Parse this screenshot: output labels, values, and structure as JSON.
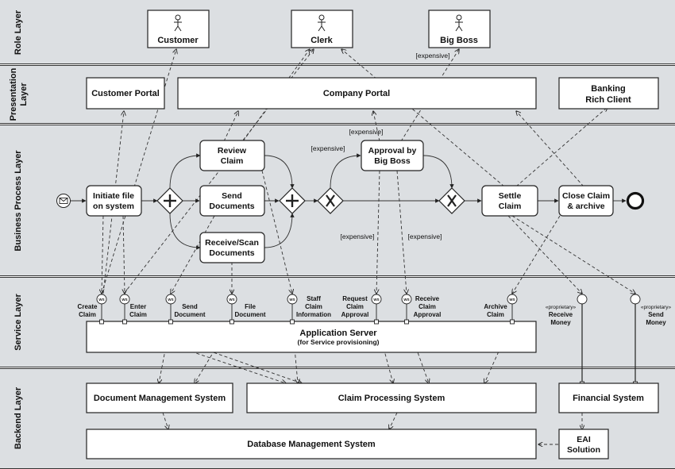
{
  "layers": {
    "role": "Role Layer",
    "presentation_1": "Presentation",
    "presentation_2": "Layer",
    "business": "Business Process Layer",
    "service": "Service Layer",
    "backend": "Backend Layer"
  },
  "roles": {
    "customer": "Customer",
    "clerk": "Clerk",
    "big_boss": "Big Boss"
  },
  "presentation": {
    "customer_portal": "Customer Portal",
    "company_portal": "Company Portal",
    "banking_1": "Banking",
    "banking_2": "Rich Client"
  },
  "process": {
    "initiate_1": "Initiate file",
    "initiate_2": "on system",
    "review_1": "Review",
    "review_2": "Claim",
    "send_1": "Send",
    "send_2": "Documents",
    "receive_1": "Receive/Scan",
    "receive_2": "Documents",
    "approval_1": "Approval by",
    "approval_2": "Big Boss",
    "settle_1": "Settle",
    "settle_2": "Claim",
    "close_1": "Close Claim",
    "close_2": "& archive"
  },
  "annotations": {
    "expensive": "[expensive]"
  },
  "services": {
    "ws": "WS",
    "create_1": "Create",
    "create_2": "Claim",
    "enter_1": "Enter",
    "enter_2": "Claim",
    "send_1": "Send",
    "send_2": "Document",
    "file_1": "File",
    "file_2": "Document",
    "staff_1": "Staff",
    "staff_2": "Claim",
    "staff_3": "Information",
    "request_1": "Request",
    "request_2": "Claim",
    "request_3": "Approval",
    "receive_1": "Receive",
    "receive_2": "Claim",
    "receive_3": "Approval",
    "archive_1": "Archive",
    "archive_2": "Claim",
    "proprietary": "«proprietary»",
    "receive_money_1": "Receive",
    "receive_money_2": "Money",
    "send_money_1": "Send",
    "send_money_2": "Money",
    "app_server_1": "Application Server",
    "app_server_2": "(for Service provisioning)"
  },
  "backend": {
    "dms": "Document Management System",
    "cps": "Claim Processing System",
    "financial": "Financial System",
    "database": "Database Management System",
    "eai_1": "EAI",
    "eai_2": "Solution"
  }
}
